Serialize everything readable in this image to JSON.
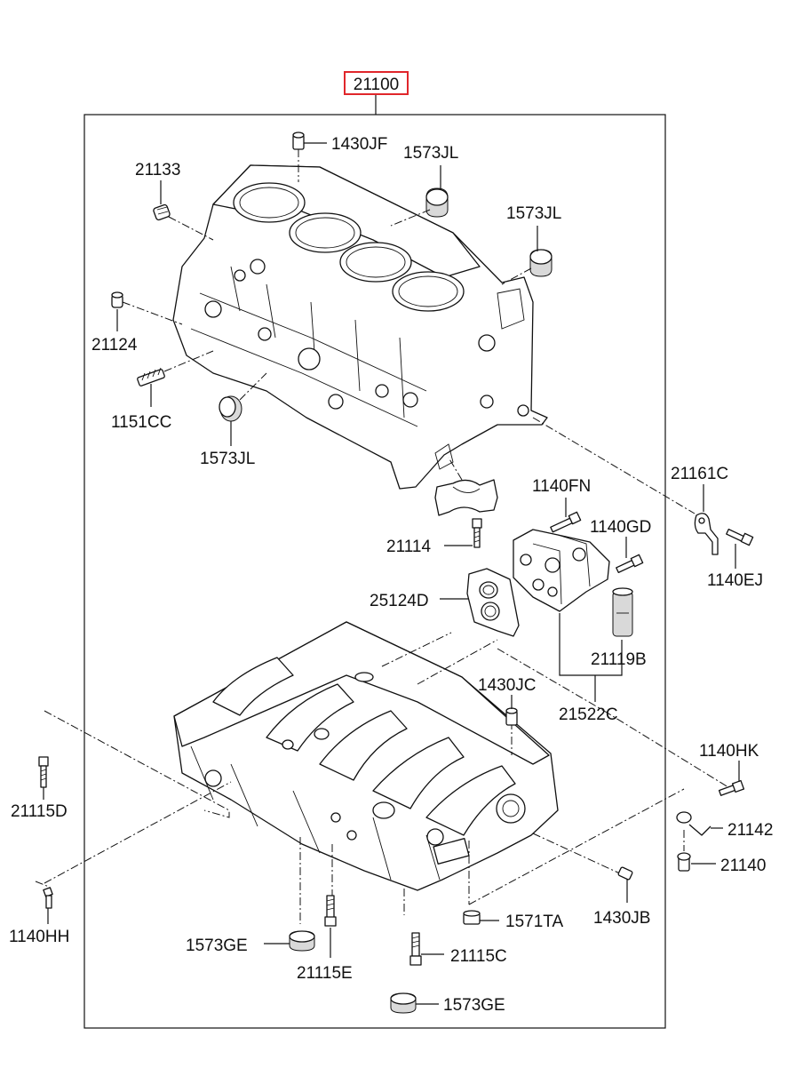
{
  "assembly": {
    "part_number": "21100",
    "highlight_color": "#e0262b"
  },
  "labels": {
    "p1430JF": "1430JF",
    "p1573JL_a": "1573JL",
    "p21133": "21133",
    "p1573JL_b": "1573JL",
    "p21124": "21124",
    "p1151CC": "1151CC",
    "p1573JL_c": "1573JL",
    "p21161C": "21161C",
    "p1140FN": "1140FN",
    "p1140GD": "1140GD",
    "p21114": "21114",
    "p1140EJ": "1140EJ",
    "p25124D": "25124D",
    "p21119B": "21119B",
    "p1430JC": "1430JC",
    "p21522C": "21522C",
    "p1140HK": "1140HK",
    "p21115D": "21115D",
    "p21142": "21142",
    "p21140": "21140",
    "p1140HH": "1140HH",
    "p1571TA": "1571TA",
    "p1430JB": "1430JB",
    "p1573GE_a": "1573GE",
    "p21115C": "21115C",
    "p21115E": "21115E",
    "p1573GE_b": "1573GE"
  }
}
